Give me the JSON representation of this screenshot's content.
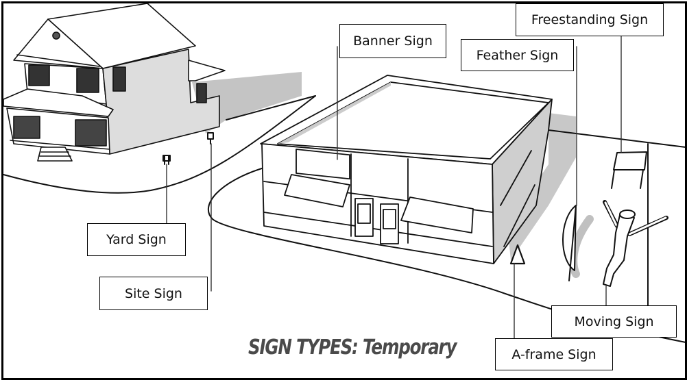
{
  "title": "SIGN TYPES: Temporary",
  "labels": {
    "banner": "Banner Sign",
    "freestanding": "Freestanding Sign",
    "feather": "Feather Sign",
    "yard": "Yard Sign",
    "site": "Site Sign",
    "moving": "Moving Sign",
    "aframe": "A-frame Sign"
  },
  "colors": {
    "ink": "#111111",
    "shadow": "#b8b8b8",
    "wall_shade": "#d0d0d0",
    "title": "#4a4a4a"
  }
}
